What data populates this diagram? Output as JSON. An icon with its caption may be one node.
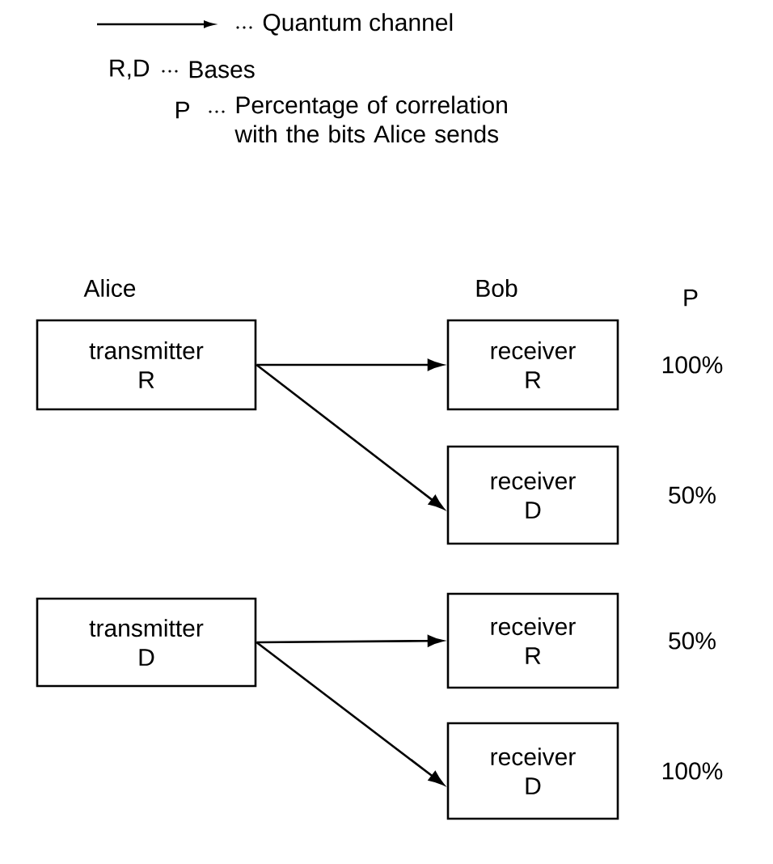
{
  "diagram": {
    "nodes": [
      {
        "text": [
          "transmitter R"
        ]
      },
      {
        "text": [
          "receiver R"
        ],
        "beside": [
          "100%"
        ]
      },
      {
        "text": [
          "receiver D"
        ],
        "beside": [
          "50%"
        ]
      },
      {
        "text": [
          "transmitter D"
        ]
      },
      {
        "text": [
          "receiver R"
        ],
        "beside": [
          "50%"
        ]
      },
      {
        "text": [
          "receiver D"
        ],
        "beside": [
          "100%"
        ]
      }
    ],
    "edges": [
      {
        "from": 0,
        "to": 1,
        "arrow": "to"
      },
      {
        "from": 0,
        "to": 2,
        "arrow": "to"
      },
      {
        "from": 3,
        "to": 4,
        "arrow": "to"
      },
      {
        "from": 3,
        "to": 5,
        "arrow": "to"
      }
    ],
    "labels": [
      "R,D",
      "Bases",
      "P",
      "Percentage of correlation with the bits Alice sends",
      "Alice",
      "Bob",
      "P"
    ],
    "legend": [
      {
        "text": "Quantum channel"
      }
    ]
  }
}
